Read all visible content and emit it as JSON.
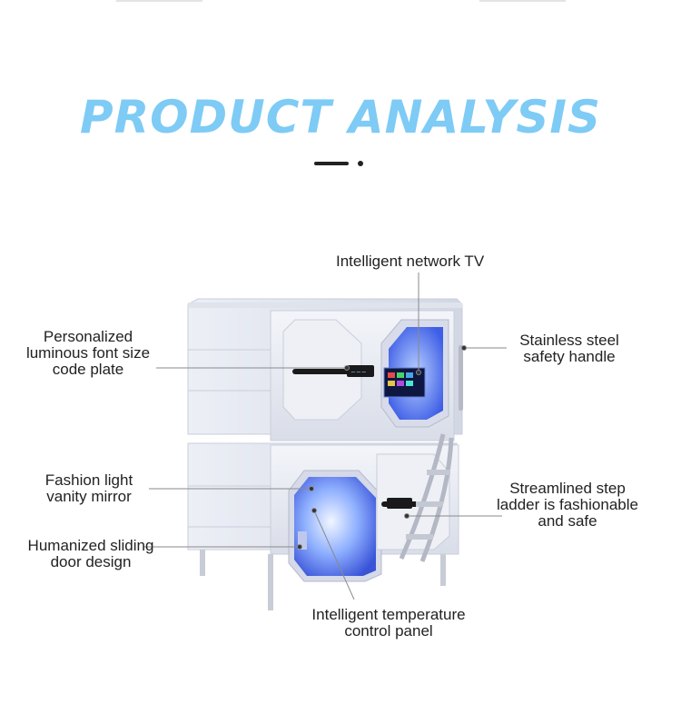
{
  "page": {
    "title": "PRODUCT ANALYSIS"
  },
  "labels": {
    "tv": [
      "Intelligent network TV"
    ],
    "plate": [
      "Personalized",
      "luminous font size",
      "code plate"
    ],
    "handle": [
      "Stainless steel",
      "safety handle"
    ],
    "mirror": [
      "Fashion light",
      "vanity mirror"
    ],
    "ladder": [
      "Streamlined step",
      "ladder is fashionable",
      "and safe"
    ],
    "door": [
      "Humanized sliding",
      "door design"
    ],
    "temp": [
      "Intelligent temperature",
      "control panel"
    ]
  },
  "colors": {
    "title": "#7ecbf5",
    "pod_body": "#e9ecf3",
    "window_glow": "#4f6cf0"
  }
}
